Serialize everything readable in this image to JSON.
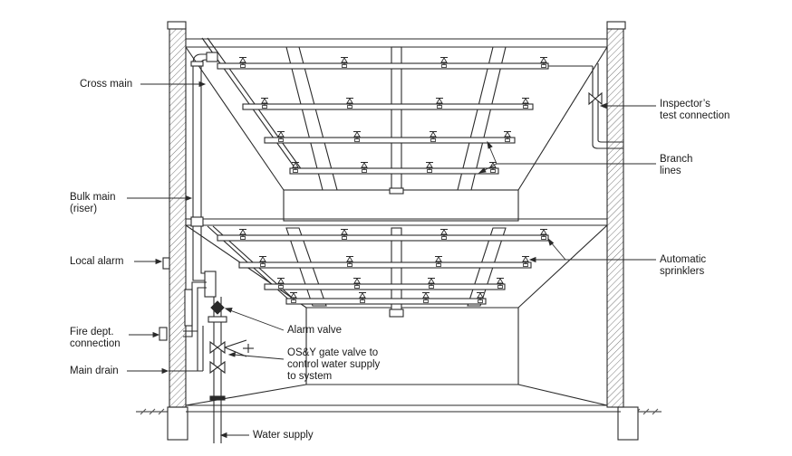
{
  "labels": {
    "cross_main": "Cross main",
    "bulk_main": "Bulk main\n(riser)",
    "local_alarm": "Local alarm",
    "fire_dept": "Fire dept.\nconnection",
    "main_drain": "Main drain",
    "inspectors_test": "Inspector’s\ntest connection",
    "branch_lines": "Branch\nlines",
    "automatic_sprinklers": "Automatic\nsprinklers",
    "alarm_valve": "Alarm valve",
    "osy_gate_valve": "OS&Y gate valve to\ncontrol water supply\nto system",
    "water_supply": "Water supply"
  },
  "colors": {
    "line": "#2a2a2a",
    "wall_fill": "#ffffff",
    "hatch": "#555555"
  }
}
